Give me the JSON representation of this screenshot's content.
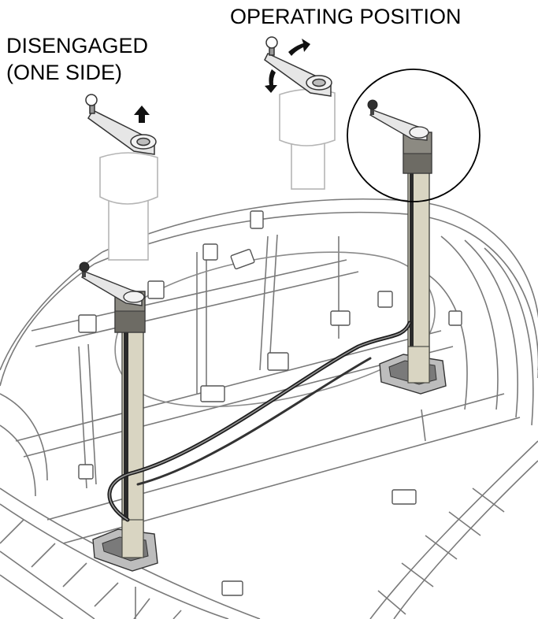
{
  "labels": {
    "operating": "OPERATING POSITION",
    "disengaged_line1": "DISENGAGED",
    "disengaged_line2": "(ONE SIDE)"
  },
  "colors": {
    "line": "#6b6b6b",
    "ghost": "#b9b9b9",
    "post_fill": "#d8d4c0",
    "post_stroke": "#4a4a44",
    "dark": "#2b2b2b",
    "handle_fill": "#e6e6e6",
    "arrow": "#111111"
  },
  "icons": {
    "up_arrow": "arrow-up-icon",
    "rotate_arrows": "rotate-arrows-icon",
    "callout": "detail-callout-circle"
  }
}
